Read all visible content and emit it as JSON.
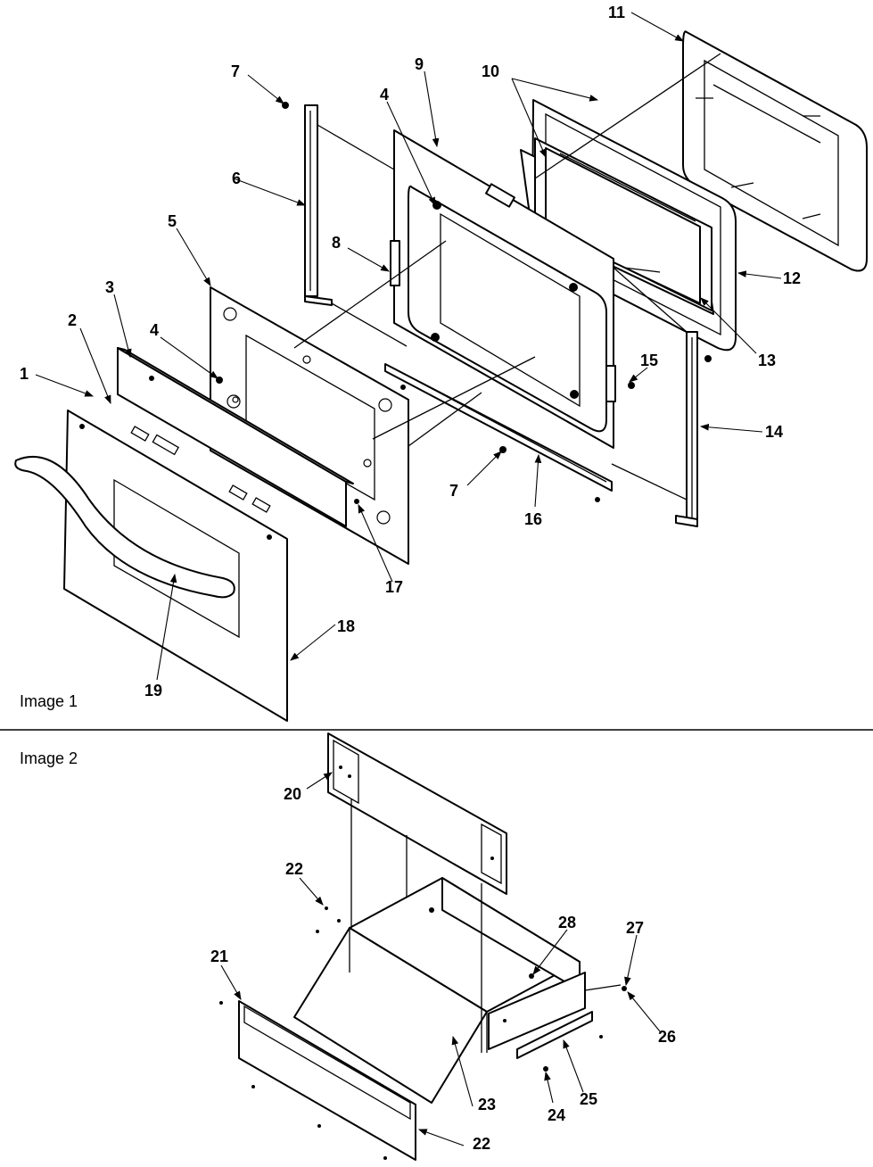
{
  "image1": {
    "caption": "Image 1",
    "callouts": [
      "1",
      "2",
      "3",
      "4",
      "4",
      "5",
      "6",
      "7",
      "7",
      "8",
      "9",
      "10",
      "11",
      "12",
      "13",
      "14",
      "15",
      "16",
      "17",
      "18",
      "19"
    ]
  },
  "image2": {
    "caption": "Image 2",
    "callouts": [
      "20",
      "21",
      "22",
      "22",
      "23",
      "24",
      "25",
      "26",
      "27",
      "28"
    ]
  }
}
